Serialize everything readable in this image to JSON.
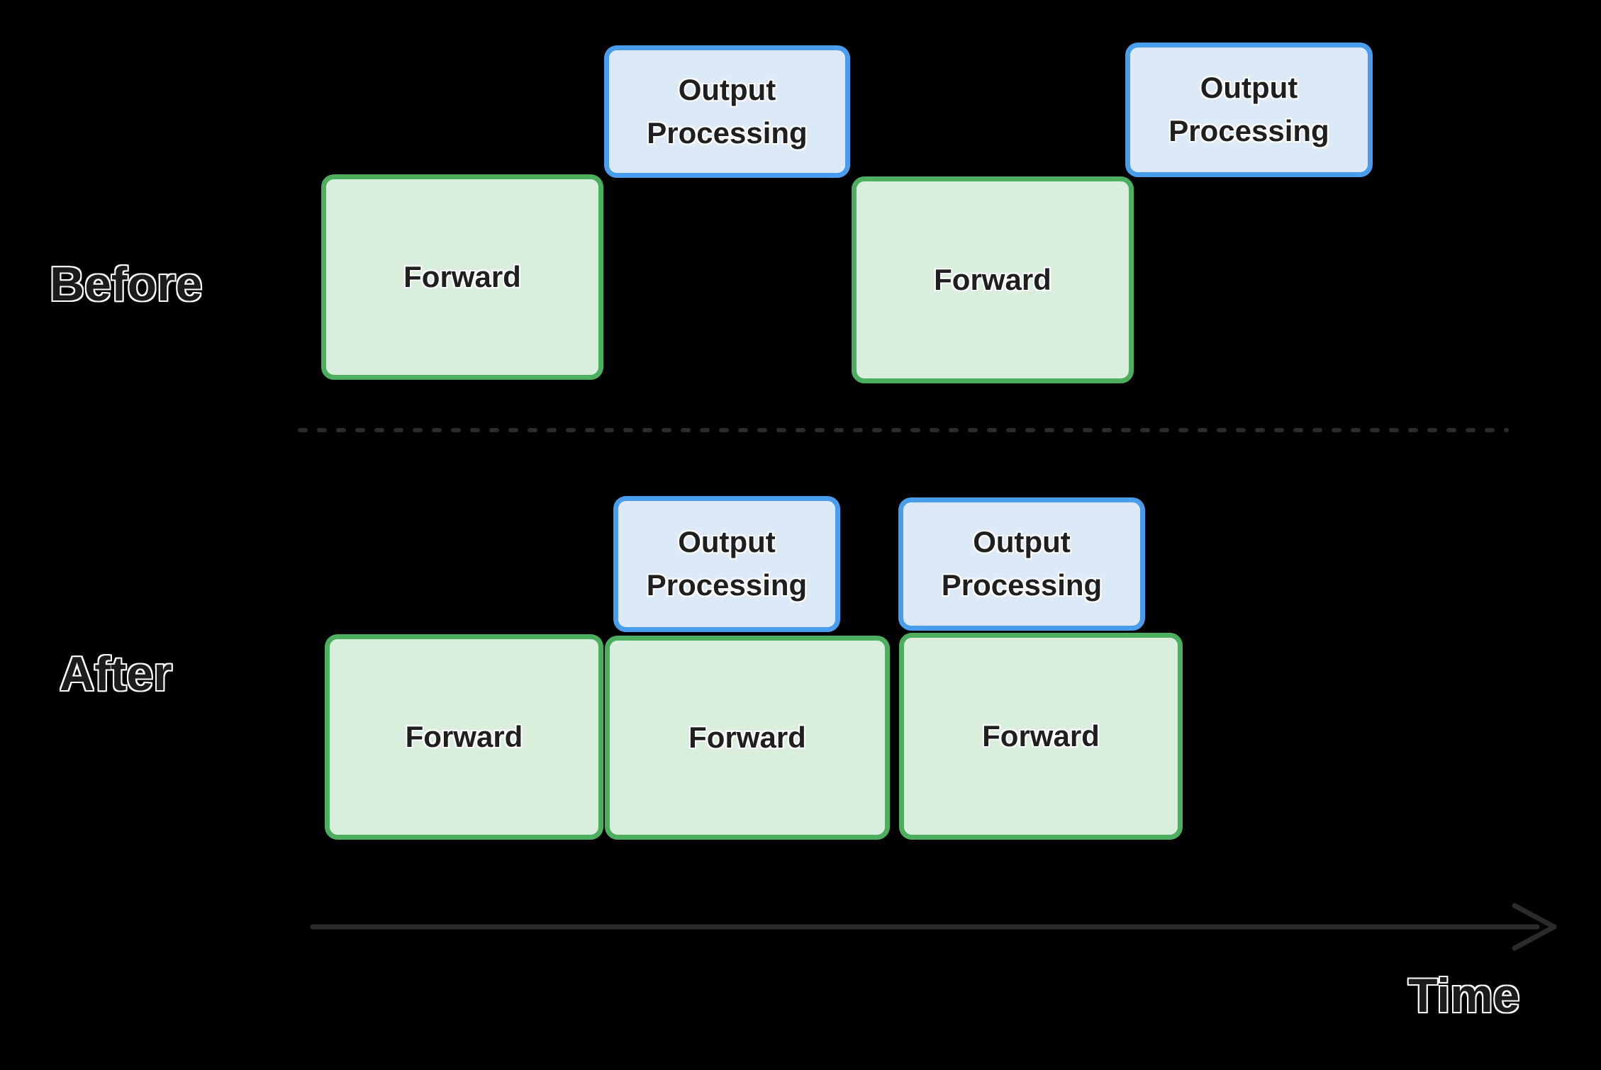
{
  "colors": {
    "background": "#000000",
    "forward_fill": "#d9eedd",
    "forward_border": "#4cae5e",
    "output_fill": "#dceaf8",
    "output_border": "#4a9ded",
    "box_text": "#1f1f1f",
    "label_text": "#1c1c1c",
    "label_outline": "#ffffff",
    "divider": "#2b2b2b",
    "axis": "#2b2b2b"
  },
  "sections": {
    "before": {
      "label": "Before",
      "boxes": [
        {
          "id": "before-forward-1",
          "type": "forward",
          "label": "Forward"
        },
        {
          "id": "before-output-processing-1",
          "type": "output",
          "label": "Output Processing"
        },
        {
          "id": "before-forward-2",
          "type": "forward",
          "label": "Forward"
        },
        {
          "id": "before-output-processing-2",
          "type": "output",
          "label": "Output Processing"
        }
      ]
    },
    "after": {
      "label": "After",
      "boxes": [
        {
          "id": "after-output-processing-1",
          "type": "output",
          "label": "Output Processing"
        },
        {
          "id": "after-output-processing-2",
          "type": "output",
          "label": "Output Processing"
        },
        {
          "id": "after-forward-1",
          "type": "forward",
          "label": "Forward"
        },
        {
          "id": "after-forward-2",
          "type": "forward",
          "label": "Forward"
        },
        {
          "id": "after-forward-3",
          "type": "forward",
          "label": "Forward"
        }
      ]
    }
  },
  "time_axis": {
    "label": "Time"
  }
}
